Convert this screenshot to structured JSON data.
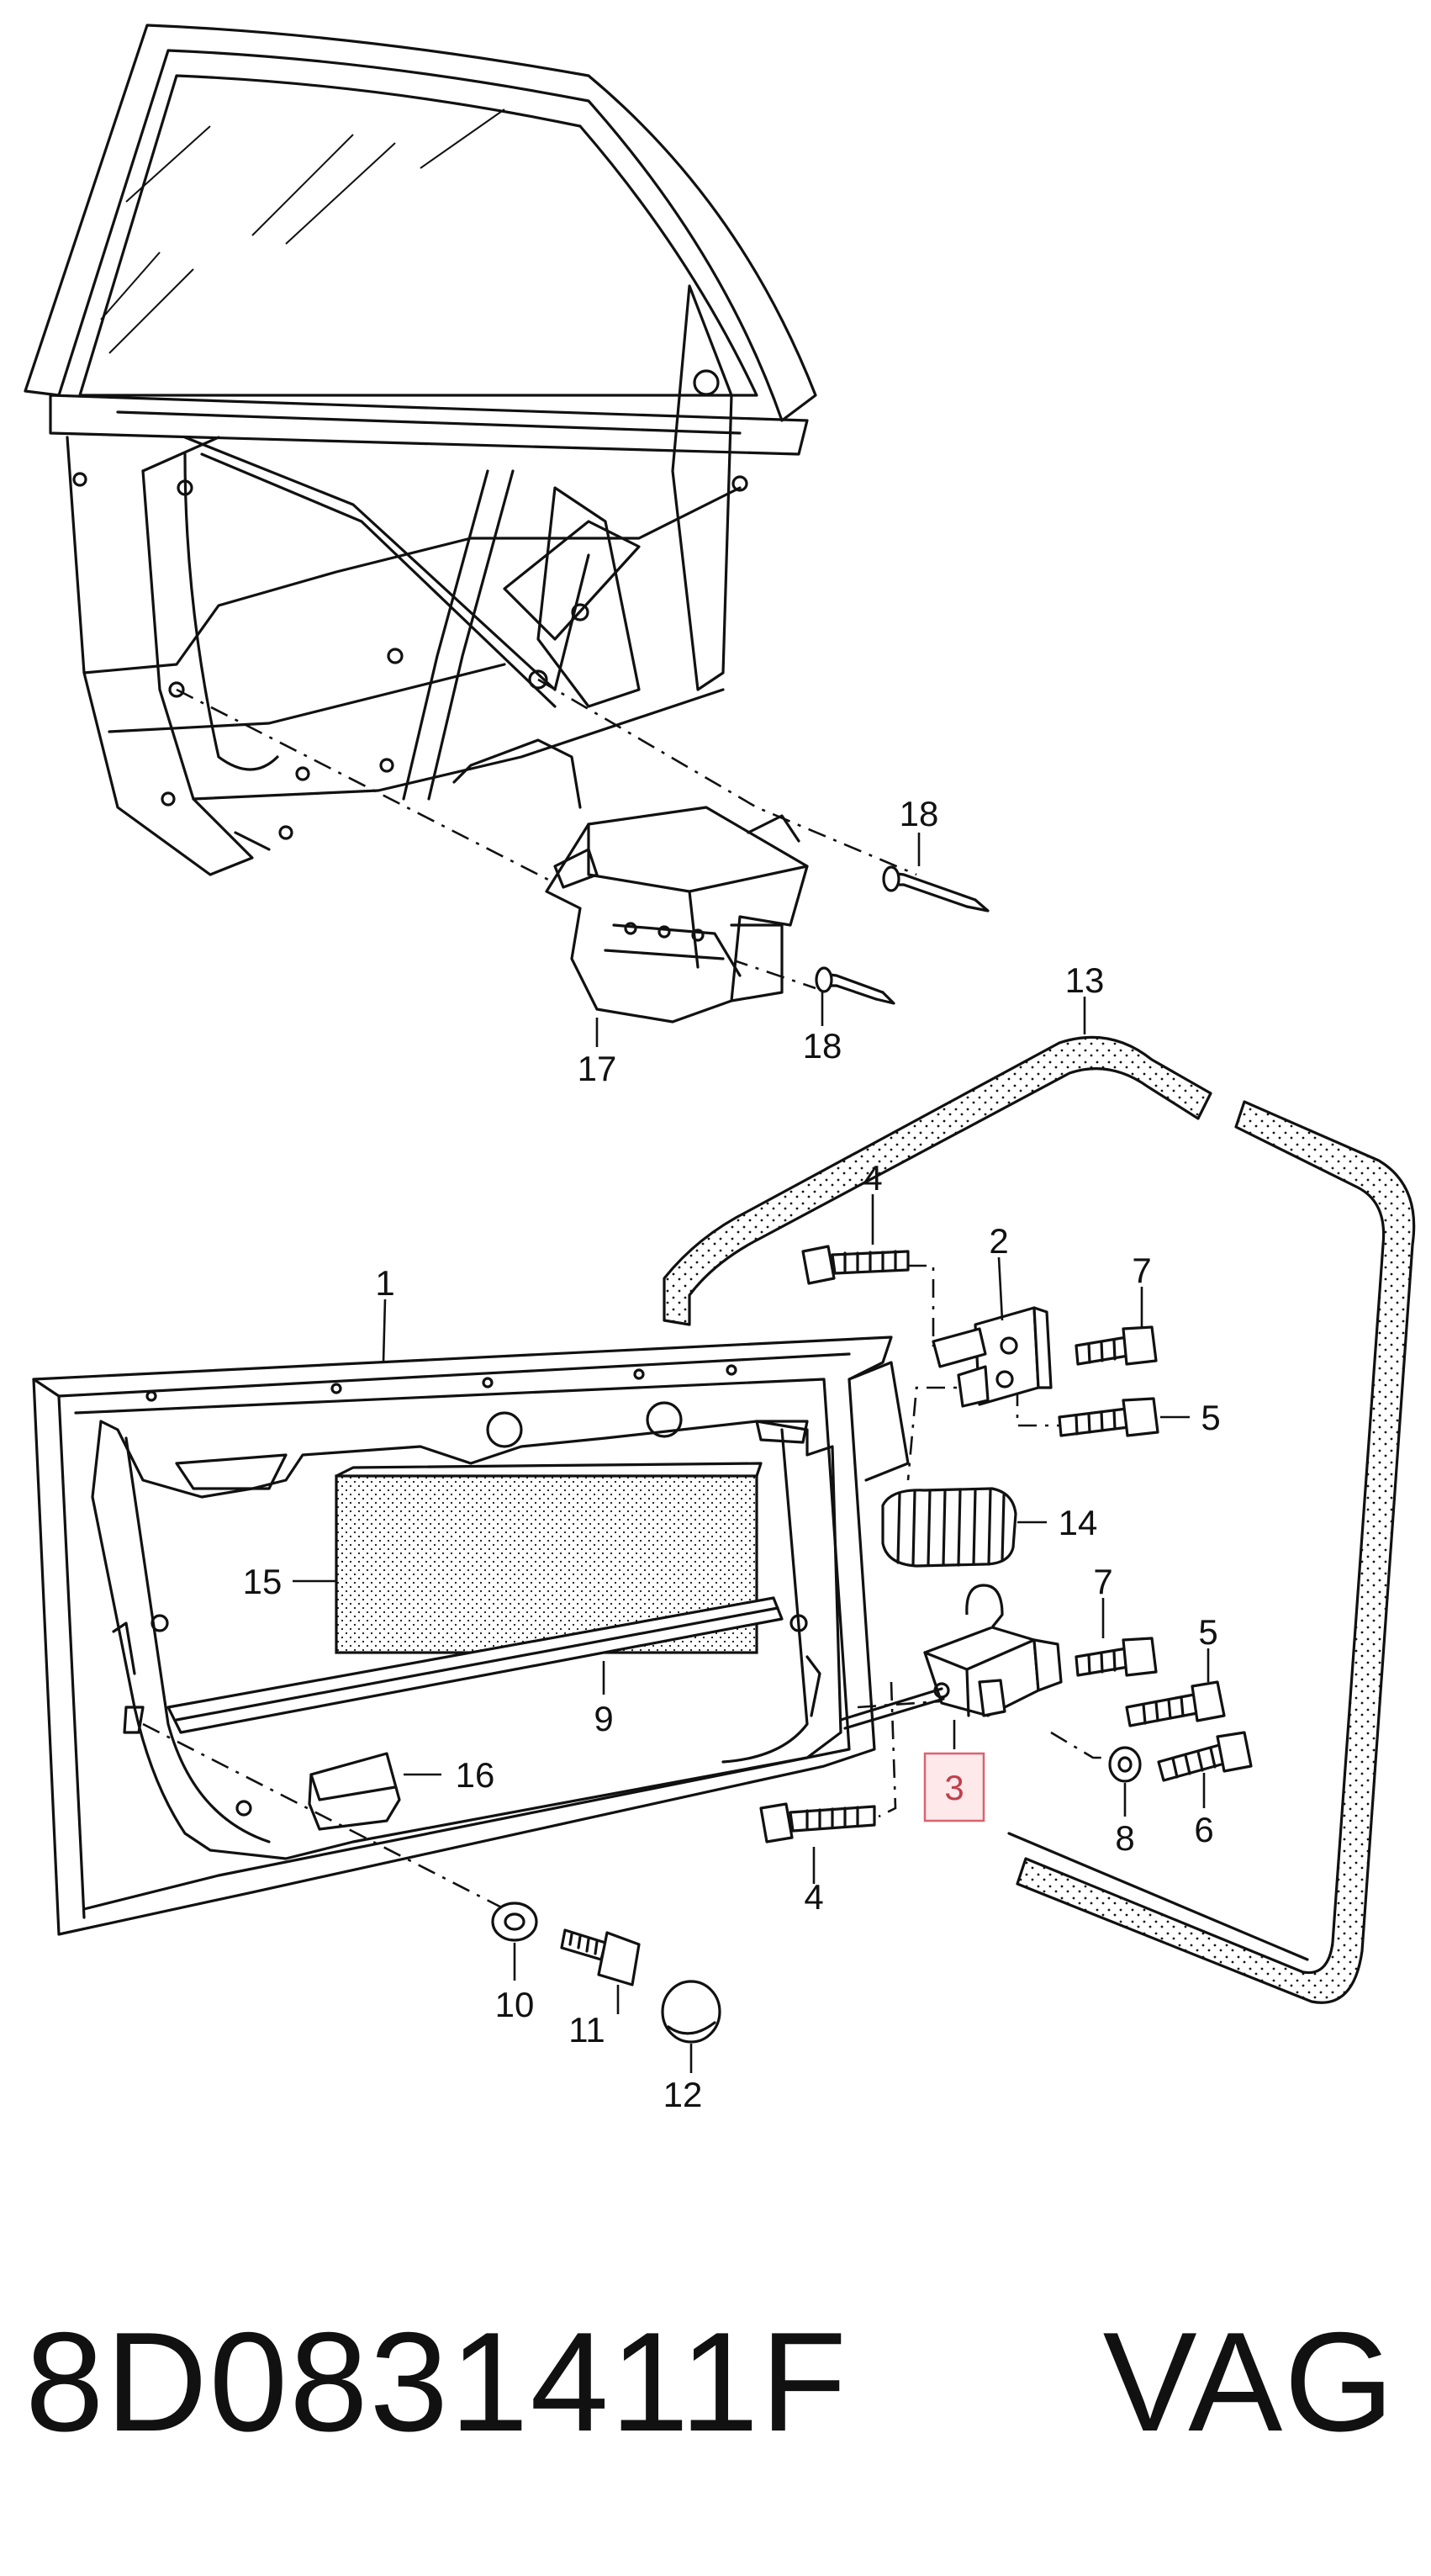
{
  "diagram": {
    "callouts": [
      {
        "id": "c1",
        "label": "1"
      },
      {
        "id": "c2",
        "label": "2"
      },
      {
        "id": "c3",
        "label": "3",
        "highlighted": true
      },
      {
        "id": "c4a",
        "label": "4"
      },
      {
        "id": "c4b",
        "label": "4"
      },
      {
        "id": "c5a",
        "label": "5"
      },
      {
        "id": "c5b",
        "label": "5"
      },
      {
        "id": "c6",
        "label": "6"
      },
      {
        "id": "c7a",
        "label": "7"
      },
      {
        "id": "c7b",
        "label": "7"
      },
      {
        "id": "c8",
        "label": "8"
      },
      {
        "id": "c9",
        "label": "9"
      },
      {
        "id": "c10",
        "label": "10"
      },
      {
        "id": "c11",
        "label": "11"
      },
      {
        "id": "c12",
        "label": "12"
      },
      {
        "id": "c13",
        "label": "13"
      },
      {
        "id": "c14",
        "label": "14"
      },
      {
        "id": "c15",
        "label": "15"
      },
      {
        "id": "c16",
        "label": "16"
      },
      {
        "id": "c17",
        "label": "17"
      },
      {
        "id": "c18a",
        "label": "18"
      },
      {
        "id": "c18b",
        "label": "18"
      }
    ],
    "highlight_color": "#d9636f",
    "highlight_fill": "#fde8ea"
  },
  "caption": {
    "part_number": "8D0831411F",
    "brand": "VAG"
  }
}
